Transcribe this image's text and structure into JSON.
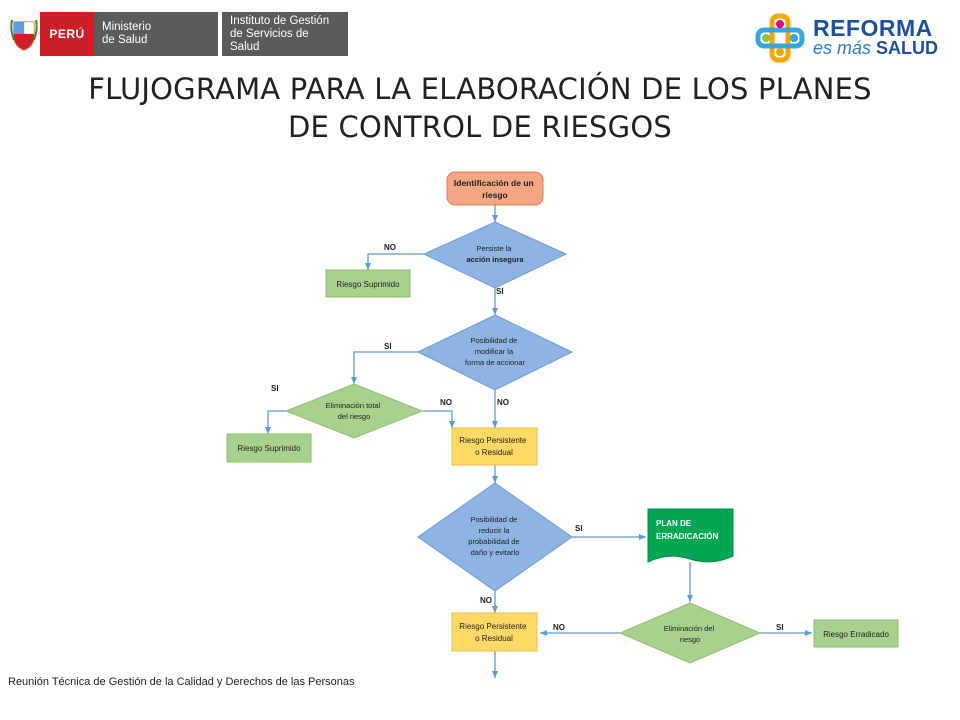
{
  "header": {
    "peru_label": "PERÚ",
    "ministerio": [
      "Ministerio",
      "de Salud"
    ],
    "instituto": [
      "Instituto de Gestión",
      "de Servicios de Salud"
    ],
    "reforma_title": "REFORMA",
    "reforma_es": "es más",
    "reforma_salud": "SALUD"
  },
  "title": {
    "line1": "FLUJOGRAMA PARA LA ELABORACIÓN DE LOS PLANES",
    "line2": "DE CONTROL DE RIESGOS"
  },
  "flow": {
    "start": [
      "Identificación de un",
      "riesgo"
    ],
    "d1": [
      "Persiste  la",
      "acción insegura"
    ],
    "r_suprimido_1": "Riesgo Suprimido",
    "d2": [
      "Posibilidad  de",
      "modificar la",
      "forma  de accionar"
    ],
    "d3": [
      "Eliminación  total",
      "del riesgo"
    ],
    "r_suprimido_2": "Riesgo Suprimido",
    "r_persistente_1": [
      "Riesgo Persistente",
      "o Residual"
    ],
    "d4": [
      "Posibilidad  de",
      "reducir la",
      "probabilidad  de",
      "daño y evitarlo"
    ],
    "plan": [
      "PLAN DE",
      "ERRADICACIÓN"
    ],
    "r_persistente_2": [
      "Riesgo Persistente",
      "o Residual"
    ],
    "d5": [
      "Eliminación  del",
      "riesgo"
    ],
    "r_erradicado": "Riesgo Erradicado",
    "labels": {
      "no1": "NO",
      "si1": "SI",
      "si2": "SI",
      "si3": "SI",
      "no3": "NO",
      "no2": "NO",
      "si4": "SI",
      "no4": "NO",
      "no5": "NO",
      "si5": "SI"
    }
  },
  "footer": "Reunión Técnica de Gestión de la Calidad y Derechos de las Personas",
  "colors": {
    "start_fill": "#f4a582",
    "diamond_blue": "#8db4e2",
    "diamond_green": "#a9d18e",
    "box_green": "#a9d18e",
    "box_yellow": "#ffd966",
    "plan_green": "#00a651",
    "line": "#5b9bd5"
  }
}
